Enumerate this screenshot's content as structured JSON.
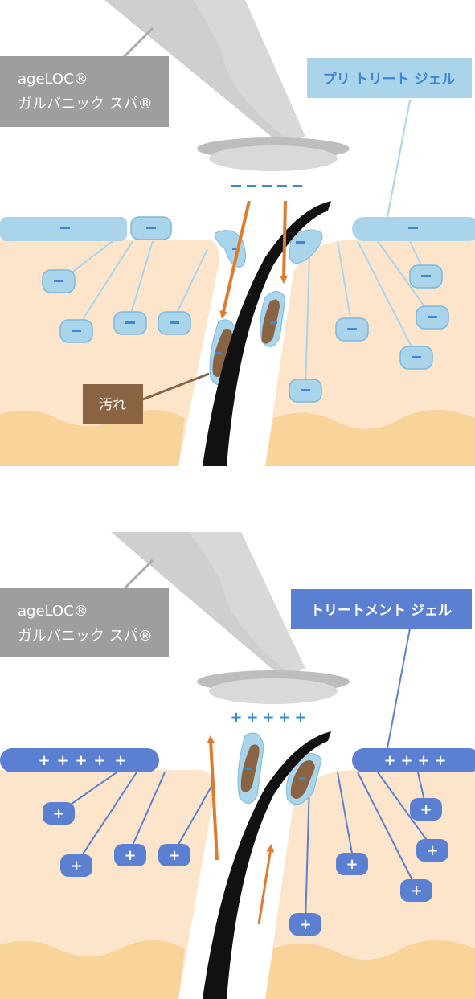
{
  "panels": [
    {
      "device_label_line1": "ageLOC®",
      "device_label_line2": "ガルバニック スパ®",
      "gel_label": "プリ トリート ジェル",
      "gel_color": "#a9d4ea",
      "charge_symbol": "−",
      "dirt_label": "汚れ"
    },
    {
      "device_label_line1": "ageLOC®",
      "device_label_line2": "ガルバニック スパ®",
      "gel_label": "トリートメント ジェル",
      "gel_color": "#5b7fd1",
      "charge_symbol": "+"
    }
  ],
  "colors": {
    "skin": "#fde5cc",
    "skin_deep": "#f8d49a",
    "label_gray": "#9e9e9e",
    "arrow": "#e07a2c",
    "dirt": "#8a6442",
    "hair": "#111111",
    "charge_blue": "#3f86d6"
  }
}
